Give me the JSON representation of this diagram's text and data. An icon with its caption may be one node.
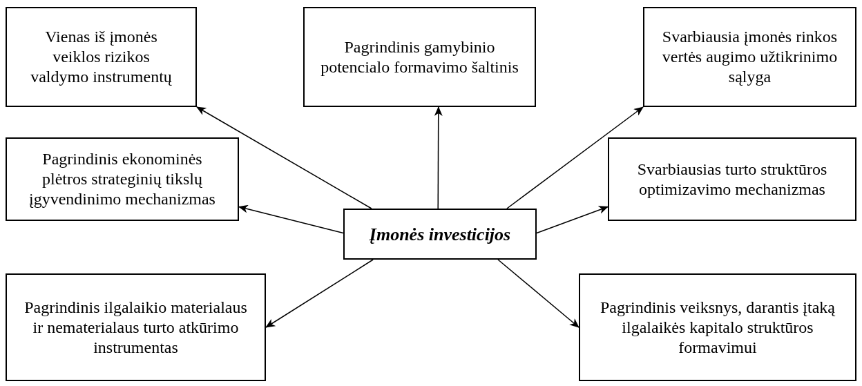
{
  "diagram": {
    "nodes": [
      {
        "text": [
          "Vienas iš įmonės veiklos rizikos valdymo instrumentų"
        ]
      },
      {
        "text": [
          "Pagrindinis gamybinio potencialo formavimo šaltinis"
        ]
      },
      {
        "text": [
          "Svarbiausia įmonės rinkos vertės augimo užtikrinimo sąlyga"
        ]
      },
      {
        "text": [
          "Pagrindinis ekonominės plėtros strateginių tikslų įgyvendinimo mechanizmas"
        ]
      },
      {
        "text": [
          "Įmonės investicijos"
        ]
      },
      {
        "text": [
          "Svarbiausias turto struktūros optimizavimo mechanizmas"
        ]
      },
      {
        "text": [
          "Pagrindinis ilgalaikio materialaus ir nematerialaus turto atkūrimo instrumentas"
        ]
      },
      {
        "text": [
          "Pagrindinis veiksnys, darantis įtaką ilgalaikės kapitalo struktūros formavimui"
        ]
      }
    ],
    "edges": [
      {
        "from": 4,
        "to": 0,
        "arrow": "to"
      },
      {
        "from": 4,
        "to": 1,
        "arrow": "to"
      },
      {
        "from": 4,
        "to": 2,
        "arrow": "to"
      },
      {
        "from": 4,
        "to": 3,
        "arrow": "to"
      },
      {
        "from": 4,
        "to": 5,
        "arrow": "to"
      },
      {
        "from": 4,
        "to": 6,
        "arrow": "to"
      },
      {
        "from": 4,
        "to": 7,
        "arrow": "to"
      }
    ]
  }
}
